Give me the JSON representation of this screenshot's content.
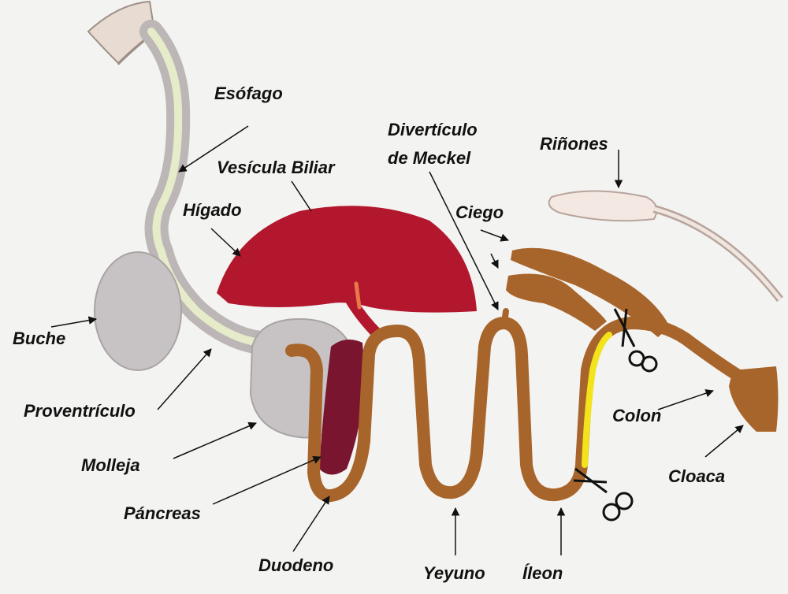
{
  "labels": {
    "esofago": "Esófago",
    "vesicula": "Vesícula Biliar",
    "higado": "Hígado",
    "diverticulo_1": "Divertículo",
    "diverticulo_2": "de Meckel",
    "rinones": "Riñones",
    "ciego": "Ciego",
    "buche": "Buche",
    "proventriculo": "Proventrículo",
    "molleja": "Molleja",
    "pancreas": "Páncreas",
    "duodeno": "Duodeno",
    "yeyuno": "Yeyuno",
    "ileon": "Íleon",
    "colon": "Colon",
    "cloaca": "Cloaca"
  },
  "colors": {
    "background": "#f3f3f1",
    "liver": "#b3172d",
    "pancreas": "#7a1530",
    "intestine": "#a8652b",
    "stomach_grey": "#c7c2c3",
    "highlight": "#f2e31a",
    "text": "#111111"
  }
}
